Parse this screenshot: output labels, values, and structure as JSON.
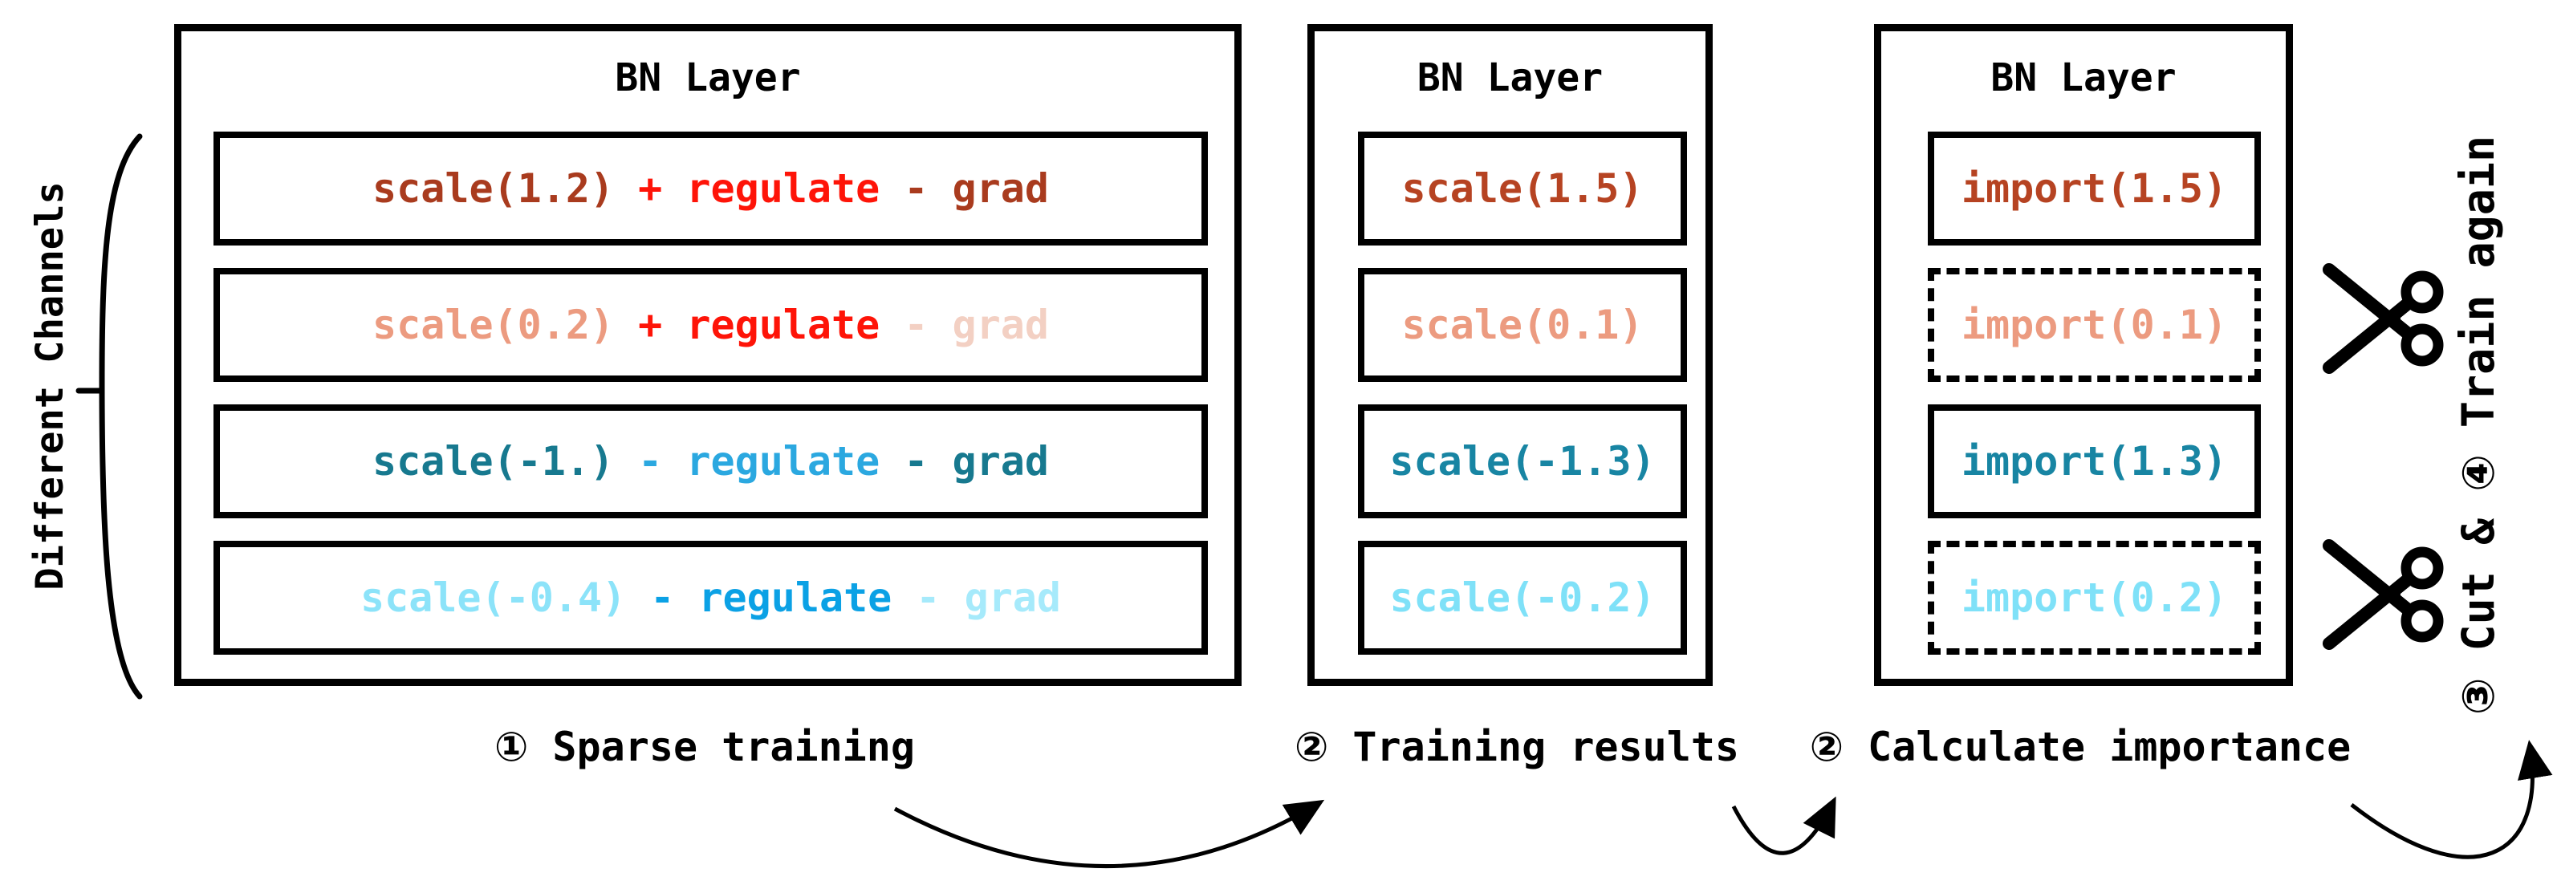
{
  "figure": {
    "background": "#ffffff",
    "left_label": "Different Channels",
    "side_note": "③ Cut & ④ Train again",
    "icons": {
      "brace": "curly-brace-icon",
      "scissors": "scissors-icon",
      "curved_arrow": "curved-arrow-icon"
    },
    "palette": {
      "dark_red": "#A93B1E",
      "bright_red": "#FE1408",
      "salmon": "#EC9B80",
      "pale_salmon": "#F3D0C3",
      "dark_teal": "#17798F",
      "sky_blue": "#2BA8E0",
      "vivid_blue": "#0BA1E5",
      "light_cyan": "#8CE3F9",
      "pale_cyan": "#A6EAFB",
      "outline": "#000000"
    }
  },
  "panels": [
    {
      "title": "BN Layer",
      "caption": "① Sparse training",
      "rows": [
        {
          "border": "solid",
          "segments": [
            {
              "t": "scale(1.2)",
              "style": "color:#A93B1E"
            },
            {
              "t": " + regulate",
              "style": "color:#FE1408"
            },
            {
              "t": " - grad",
              "style": "color:#A93B1E"
            }
          ]
        },
        {
          "border": "solid",
          "segments": [
            {
              "t": "scale(0.2)",
              "style": "color:#EC9B80"
            },
            {
              "t": " + regulate",
              "style": "color:#FE1408"
            },
            {
              "t": " - grad",
              "style": "color:#F3D0C3"
            }
          ]
        },
        {
          "border": "solid",
          "segments": [
            {
              "t": "scale(-1.)",
              "style": "color:#17798F"
            },
            {
              "t": " - regulate",
              "style": "color:#2BA8E0"
            },
            {
              "t": " - grad",
              "style": "color:#17798F"
            }
          ]
        },
        {
          "border": "solid",
          "segments": [
            {
              "t": "scale(-0.4)",
              "style": "color:#8CE3F9"
            },
            {
              "t": " - regulate",
              "style": "color:#0BA1E5"
            },
            {
              "t": " - grad",
              "style": "color:#A6EAFB"
            }
          ]
        }
      ]
    },
    {
      "title": "BN Layer",
      "caption": "② Training results",
      "rows": [
        {
          "border": "solid",
          "segments": [
            {
              "t": "scale(1.5)",
              "style": "color:#B64322"
            }
          ]
        },
        {
          "border": "solid",
          "segments": [
            {
              "t": "scale(0.1)",
              "style": "color:#EC9B80"
            }
          ]
        },
        {
          "border": "solid",
          "segments": [
            {
              "t": "scale(-1.3)",
              "style": "color:#1885A3"
            }
          ]
        },
        {
          "border": "solid",
          "segments": [
            {
              "t": "scale(-0.2)",
              "style": "color:#7FE1F8"
            }
          ]
        }
      ]
    },
    {
      "title": "BN Layer",
      "caption": "② Calculate importance",
      "rows": [
        {
          "border": "solid",
          "segments": [
            {
              "t": "import(1.5)",
              "style": "color:#B64322"
            }
          ]
        },
        {
          "border": "dashed",
          "segments": [
            {
              "t": "import(0.1)",
              "style": "color:#EC9B80"
            }
          ]
        },
        {
          "border": "solid",
          "segments": [
            {
              "t": "import(1.3)",
              "style": "color:#1885A3"
            }
          ]
        },
        {
          "border": "dashed",
          "segments": [
            {
              "t": "import(0.2)",
              "style": "color:#7FE1F8"
            }
          ]
        }
      ]
    }
  ]
}
